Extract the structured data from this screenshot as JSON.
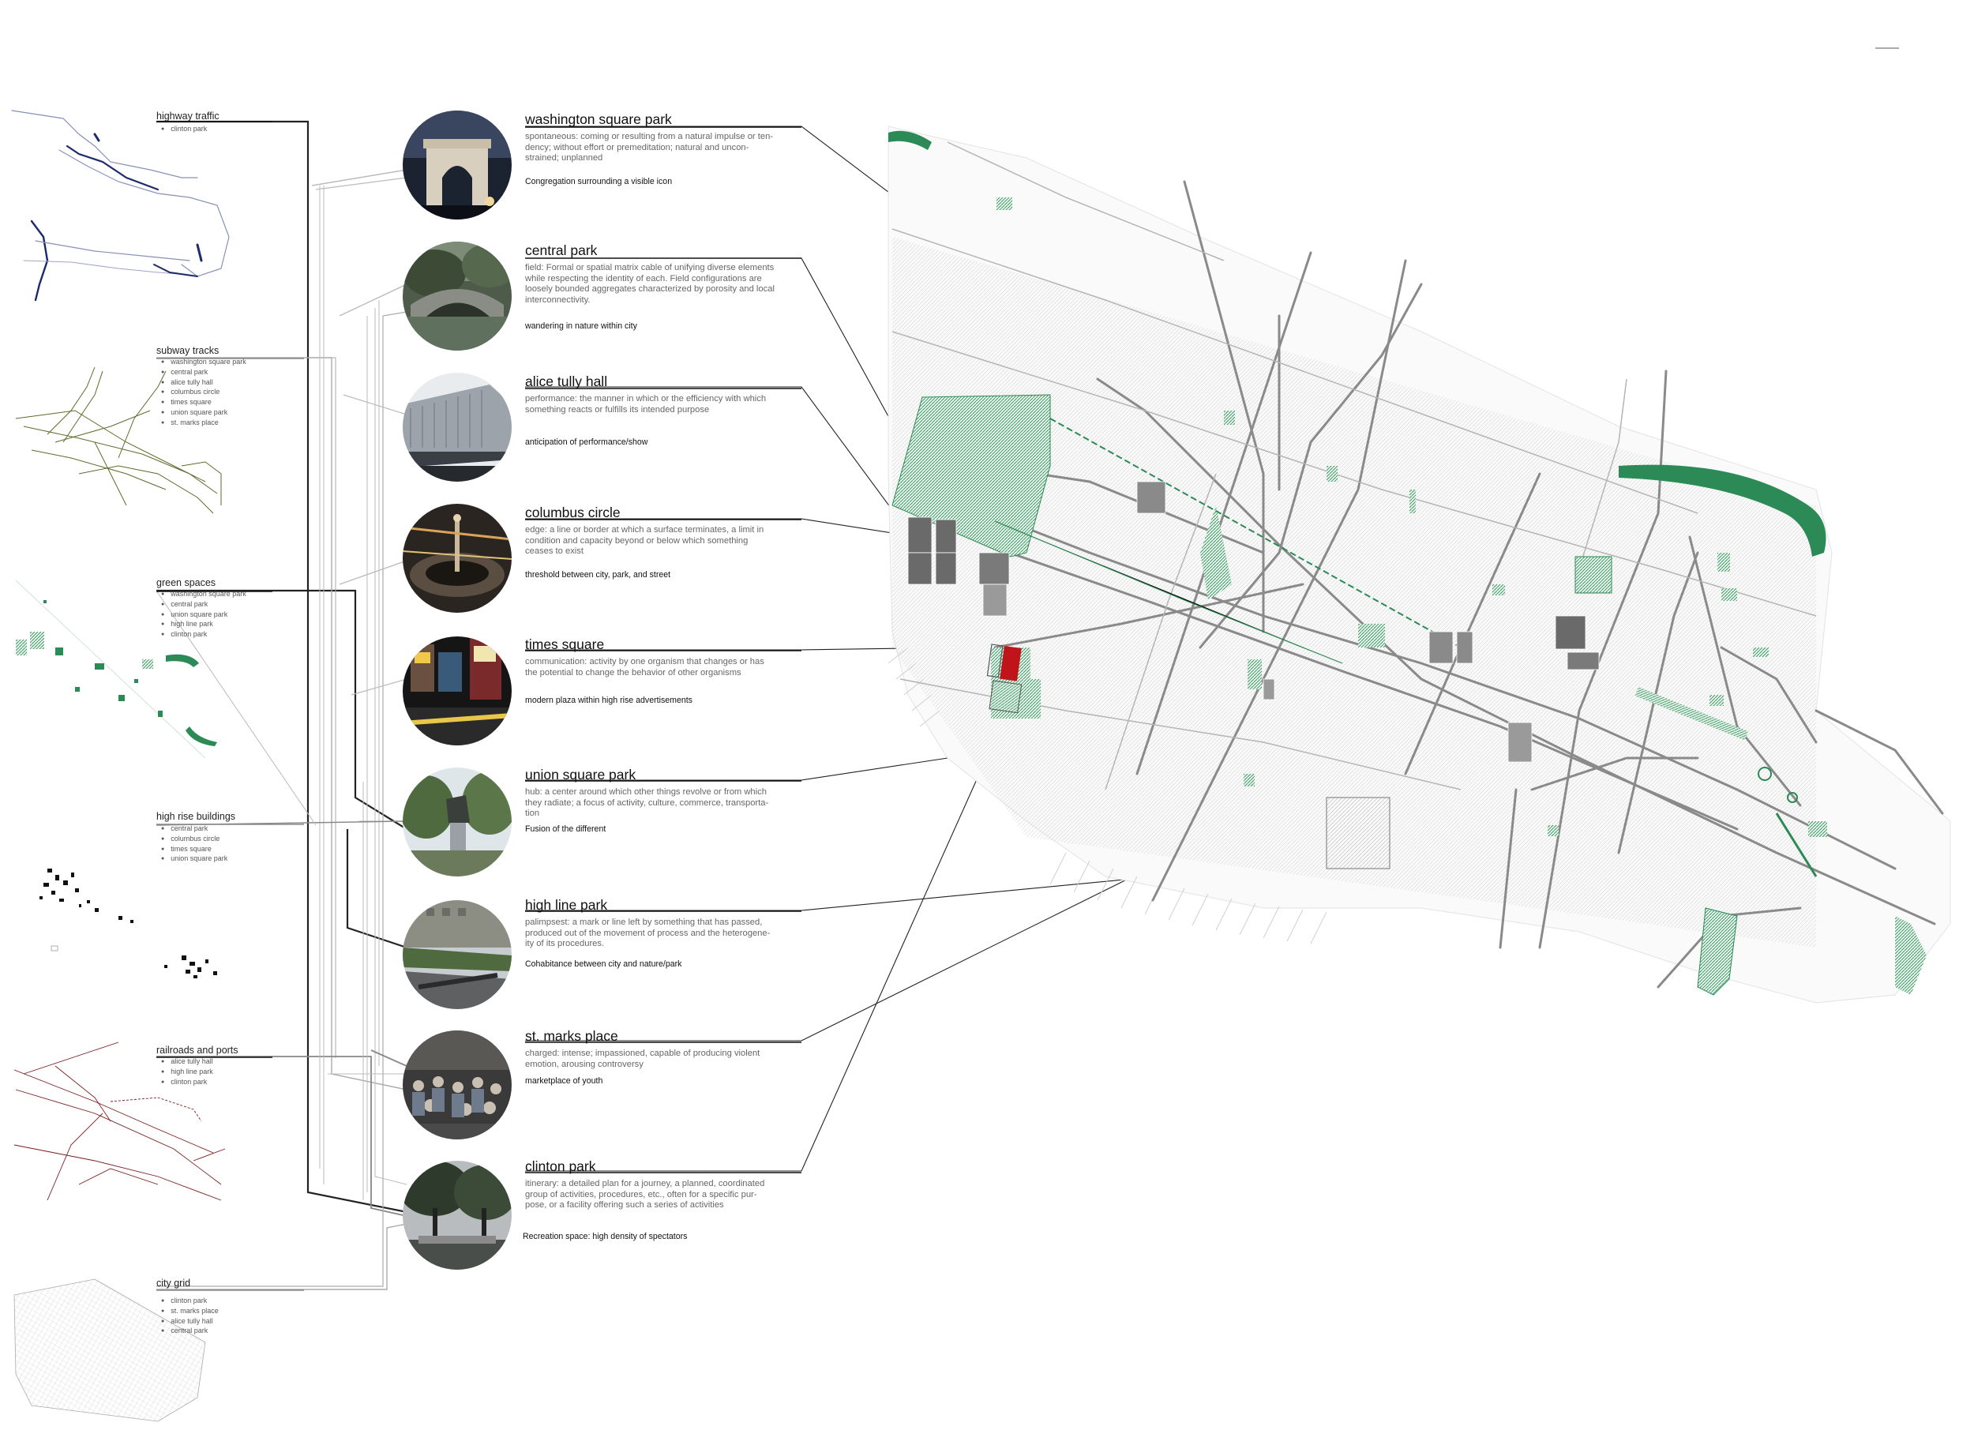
{
  "layers": [
    {
      "name": "highway traffic",
      "sites": [
        "clinton park"
      ]
    },
    {
      "name": "subway tracks",
      "sites": [
        "washington square park",
        "central park",
        "alice tully hall",
        "columbus circle",
        "times square",
        "union square park",
        "st. marks place"
      ]
    },
    {
      "name": "green spaces",
      "sites": [
        "washington square park",
        "central park",
        "union square park",
        "high line park",
        "clinton park"
      ]
    },
    {
      "name": "high rise buildings",
      "sites": [
        "central park",
        "columbus circle",
        "times square",
        "union square park"
      ]
    },
    {
      "name": "railroads and ports",
      "sites": [
        "alice tully hall",
        "high line park",
        "clinton park"
      ]
    },
    {
      "name": "city grid",
      "sites": [
        "clinton park",
        "st. marks place",
        "alice tully hall",
        "central park"
      ]
    }
  ],
  "sites": [
    {
      "title": "washington square park",
      "definition": "spontaneous: coming or resulting from a natural impulse or ten-\ndency; without effort or premeditation; natural and uncon-\nstrained; unplanned",
      "note": "Congregation surrounding a visible icon",
      "icon": "arch-photo"
    },
    {
      "title": "central park",
      "definition": "field: Formal or spatial matrix cable of unifying diverse elements\nwhile respecting the identity of each. Field configurations are\nloosely bounded aggregates characterized by porosity and local\ninterconnectivity.",
      "note": "wandering in nature within city",
      "icon": "bridge-photo"
    },
    {
      "title": "alice tully hall",
      "definition": "performance: the manner in which or the efficiency with which\nsomething reacts or fulfills its intended purpose",
      "note": "anticipation of performance/show",
      "icon": "building-photo"
    },
    {
      "title": "columbus circle",
      "definition": "edge: a line or border at which a surface terminates, a limit in\ncondition and capacity beyond or below which something\nceases to exist",
      "note": "threshold between city, park, and street",
      "icon": "fountain-photo"
    },
    {
      "title": "times square",
      "definition": "communication: activity by one organism that changes or has\nthe potential to change the behavior of other organisms",
      "note": "modern plaza within high rise advertisements",
      "icon": "night-street-photo"
    },
    {
      "title": "union square park",
      "definition": "hub: a center around which other things revolve or from which\nthey radiate; a focus of activity, culture, commerce, transporta-\ntion",
      "note": "Fusion of the different",
      "icon": "statue-photo"
    },
    {
      "title": "high line park",
      "definition": "palimpsest: a mark or line left by something that has passed,\nproduced out of the movement of process and the heterogene-\nity of its procedures.",
      "note": "Cohabitance between city and nature/park",
      "icon": "elevated-park-photo"
    },
    {
      "title": "st. marks place",
      "definition": "charged: intense; impassioned, capable of producing violent\nemotion, arousing controversy",
      "note": "marketplace of youth",
      "icon": "crowd-photo"
    },
    {
      "title": "clinton park",
      "definition": "itinerary: a detailed plan for a journey, a planned, coordinated\ngroup of activities, procedures, etc., often for a specific pur-\npose, or a facility offering such a series of activities",
      "note": "Recreation space: high density of spectators",
      "icon": "trees-photo"
    }
  ],
  "colors": {
    "highway": "#1d2a6b",
    "subway": "#5f6b2a",
    "green": "#1f7a4a",
    "highrise": "#111111",
    "railroad": "#7a1c1c",
    "grid": "#9a9a9a",
    "highlight": "#c0141b"
  }
}
